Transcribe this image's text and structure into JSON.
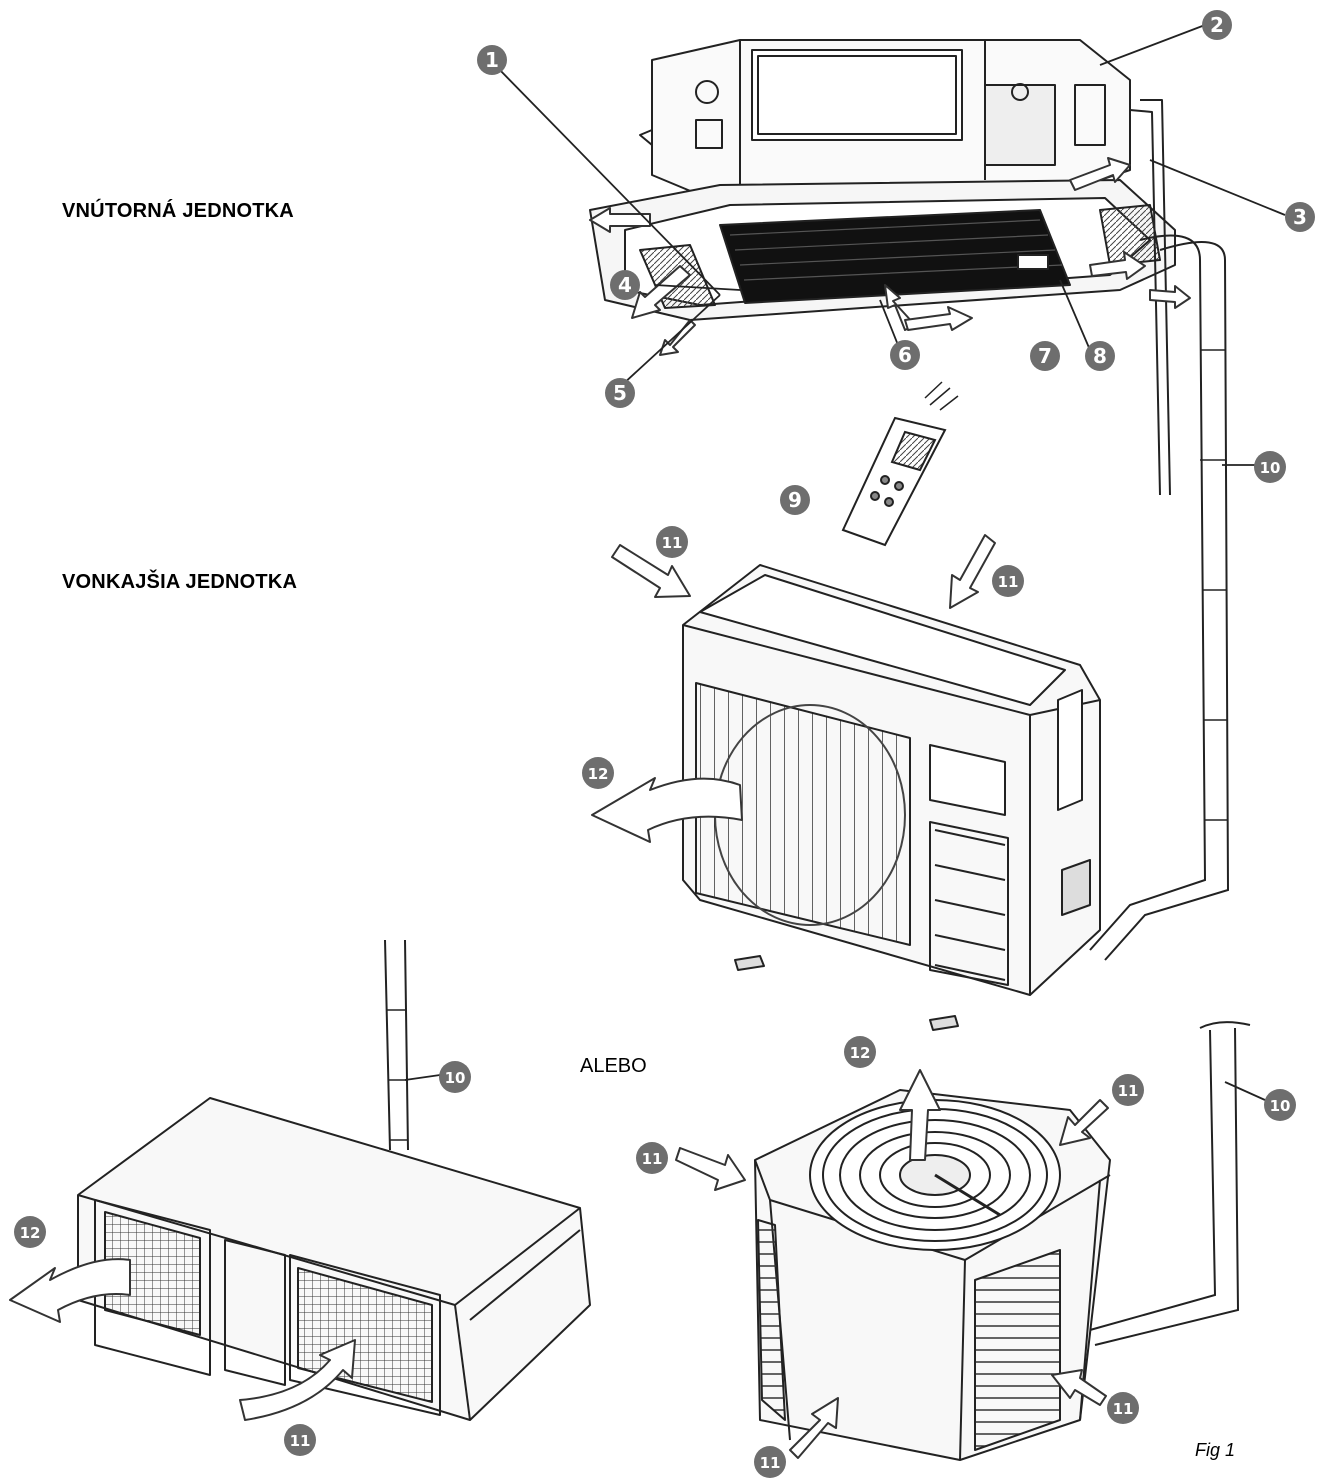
{
  "labels": {
    "indoor_unit": "VNÚTORNÁ JEDNOTKA",
    "outdoor_unit": "VONKAJŠIA JEDNOTKA",
    "or": "ALEBO",
    "figure": "Fig 1"
  },
  "callouts": [
    "1",
    "2",
    "3",
    "4",
    "5",
    "6",
    "7",
    "8",
    "9",
    "10",
    "11",
    "12"
  ],
  "colors": {
    "line": "#222222",
    "badge": "#6e6e6e",
    "panel": "#f2f2f2",
    "grille": "#1a1a1a"
  }
}
